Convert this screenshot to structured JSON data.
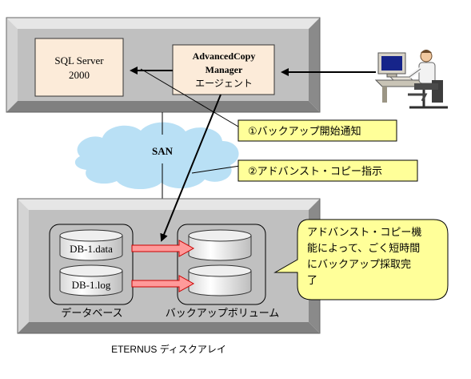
{
  "server_box": {
    "sql_server_line1": "SQL Server",
    "sql_server_line2": "2000",
    "agent_line1": "AdvancedCopy",
    "agent_line2": "Manager",
    "agent_line3": "エージェント"
  },
  "network": {
    "san_label": "SAN"
  },
  "callouts": {
    "step1": "①バックアップ開始通知",
    "step2": "②アドバンスト・コピー指示",
    "note_line1": "アドバンスト・コピー機",
    "note_line2": "能によって、ごく短時間",
    "note_line3": "にバックアップ採取完",
    "note_line4": "了"
  },
  "storage": {
    "data_volume": "DB-1.data",
    "log_volume": "DB-1.log",
    "database_label": "データベース",
    "backup_volume_label": "バックアップボリューム",
    "array_label": "ETERNUS ディスクアレイ"
  },
  "colors": {
    "box_face": "#c0c0c0",
    "box_dark": "#808080",
    "box_light": "#e6e6e6",
    "inner_panel": "#fcebd9",
    "callout_fill": "#ffff99",
    "copy_arrow_fill": "#ff9a9a",
    "copy_arrow_stroke": "#cc0000",
    "cloud": "#b9e0f5"
  },
  "icons": [
    "operator-workstation-icon",
    "disk-volume-icon",
    "cloud-icon"
  ]
}
